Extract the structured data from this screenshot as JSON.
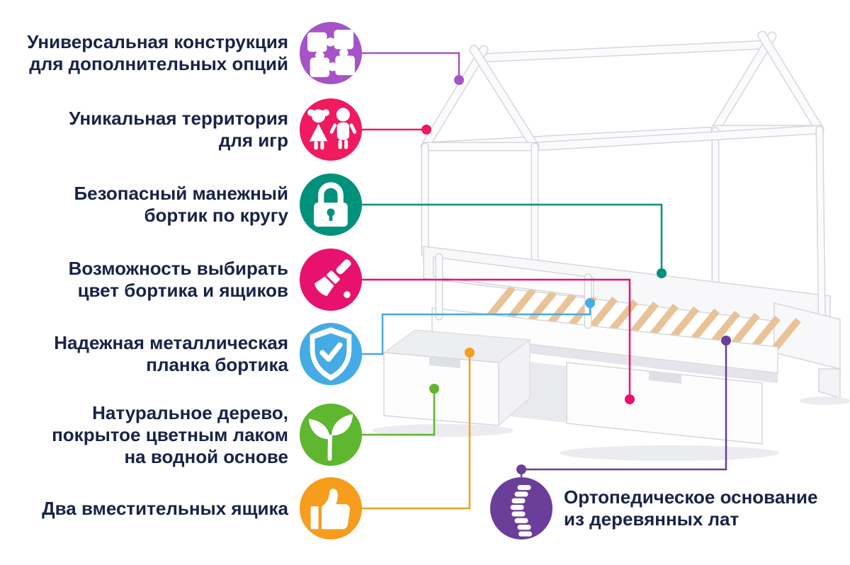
{
  "page": {
    "background": "#ffffff",
    "text_color": "#182347"
  },
  "features": [
    {
      "id": "universal-design",
      "lines": [
        "Универсальная конструкция",
        "для дополнительных опций"
      ],
      "icon": "puzzle-icon",
      "color": "#a553c6"
    },
    {
      "id": "play-territory",
      "lines": [
        "Уникальная территория",
        "для игр"
      ],
      "icon": "children-icon",
      "color": "#ef1a5f"
    },
    {
      "id": "safety-playpen-rail",
      "lines": [
        "Безопасный манежный",
        "бортик по кругу"
      ],
      "icon": "padlock-icon",
      "color": "#00917c"
    },
    {
      "id": "color-choice",
      "lines": [
        "Возможность выбирать",
        "цвет бортика и ящиков"
      ],
      "icon": "paintbrush-icon",
      "color": "#e8126e"
    },
    {
      "id": "metal-plank",
      "lines": [
        "Надежная металлическая",
        "планка бортика"
      ],
      "icon": "shield-check-icon",
      "color": "#45abe4"
    },
    {
      "id": "natural-wood",
      "lines": [
        "Натуральное дерево,",
        "покрытое цветным лаком",
        "на водной основе"
      ],
      "icon": "sprout-icon",
      "color": "#5eb72e"
    },
    {
      "id": "two-drawers",
      "lines": [
        "Два вместительных ящика"
      ],
      "icon": "thumbs-up-icon",
      "color": "#f69d1e"
    },
    {
      "id": "orthopedic-base",
      "lines": [
        "Ортопедическое основание",
        "из деревянных лат"
      ],
      "icon": "spine-icon",
      "color": "#6a3e99"
    }
  ],
  "illustration": {
    "alt": "White children's house-frame bed with slatted wooden base, front safety rail and two pull-out drawers",
    "colors": {
      "frame": "#fbfbfd",
      "outline": "#d6d7dc",
      "slats": "#e9c297",
      "shadow": "#e4e5ea"
    }
  }
}
